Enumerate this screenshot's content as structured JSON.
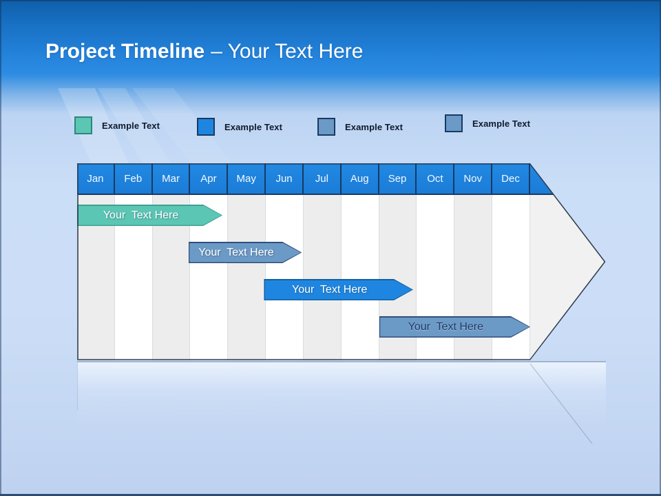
{
  "title": {
    "bold": "Project Timeline",
    "suffix": "– Your Text Here"
  },
  "legend": {
    "items": [
      {
        "label": "Example Text",
        "fill": "#5CC6B5",
        "border": "#2E8678"
      },
      {
        "label": "Example Text",
        "fill": "#1E86E0",
        "border": "#173A63"
      },
      {
        "label": "Example Text",
        "fill": "#6C9AC6",
        "border": "#173A63"
      },
      {
        "label": "Example Text",
        "fill": "#6C9AC6",
        "border": "#173A63"
      }
    ]
  },
  "chart_data": {
    "type": "gantt",
    "title": "Project Timeline – Your Text Here",
    "months": [
      "Jan",
      "Feb",
      "Mar",
      "Apr",
      "May",
      "Jun",
      "Jul",
      "Aug",
      "Sep",
      "Oct",
      "Nov",
      "Dec"
    ],
    "header_fill": "#1F82DC",
    "stripe_colors": [
      "#EDEDED",
      "#FFFFFF"
    ],
    "arrow_fill": "#F1F1F1",
    "axis_range_months": [
      0,
      12
    ],
    "bars": [
      {
        "label": "Your  Text Here",
        "row": 0,
        "start_month": "Jan",
        "end_month": "Apr",
        "start": 0.0,
        "end": 3.85,
        "fill": "#5CC6B5",
        "border": "#3FA191",
        "text_color": "#FFFFFF"
      },
      {
        "label": "Your  Text Here",
        "row": 1,
        "start_month": "Apr",
        "end_month": "Jun",
        "start": 2.95,
        "end": 5.95,
        "fill": "#6C9AC6",
        "border": "#2F4F7C",
        "text_color": "#FFFFFF"
      },
      {
        "label": "Your  Text Here",
        "row": 2,
        "start_month": "Jun",
        "end_month": "Sep",
        "start": 4.95,
        "end": 8.9,
        "fill": "#1E86E0",
        "border": "#15619F",
        "text_color": "#FFFFFF"
      },
      {
        "label": "Your  Text Here",
        "row": 3,
        "start_month": "Sep",
        "end_month": "Dec",
        "start": 8.0,
        "end": 12.0,
        "fill": "#6C9AC6",
        "border": "#2F4F7C",
        "text_color": "#1E3A66"
      }
    ]
  }
}
